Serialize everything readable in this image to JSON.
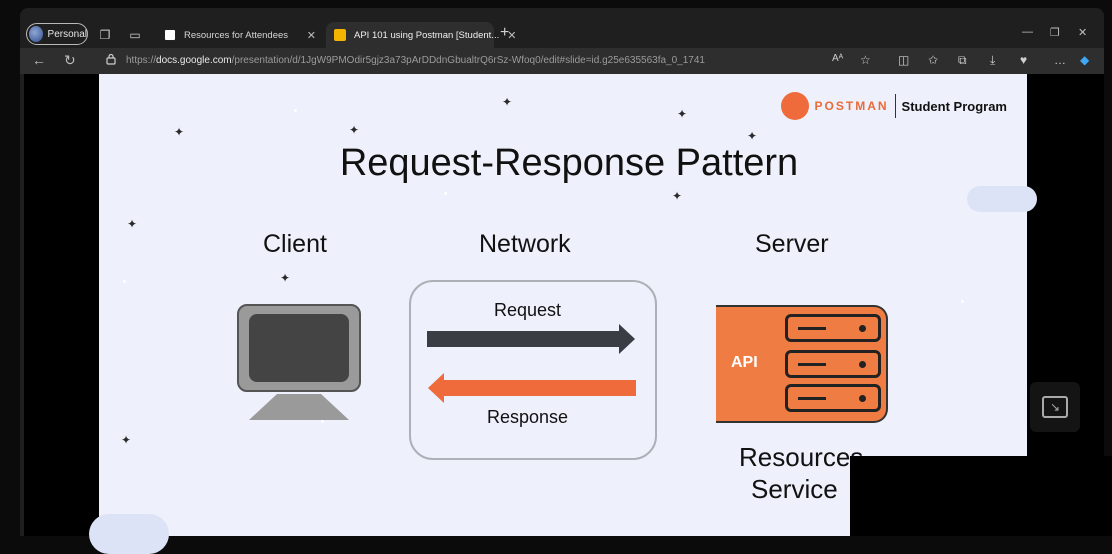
{
  "browser": {
    "profile_label": "Personal",
    "tabs": [
      {
        "title": "Resources for Attendees",
        "favicon": "notion-icon"
      },
      {
        "title": "API 101 using Postman [Student...",
        "favicon": "slides-icon",
        "active": true
      }
    ],
    "url_prefix": "https://",
    "url_host": "docs.google.com",
    "url_path": "/presentation/d/1JgW9PMOdir5gjz3a73pArDDdnGbualtrQ6rSz-Wfoq0/edit#slide=id.g25e635563fa_0_1741",
    "read_aloud": "Aᴬ"
  },
  "slide": {
    "brand": "POSTMAN",
    "program": "Student Program",
    "title": "Request-Response Pattern",
    "client_label": "Client",
    "network_label": "Network",
    "server_label": "Server",
    "request_label": "Request",
    "response_label": "Response",
    "api_label": "API",
    "resources_line1": "Resources",
    "resources_line2": "Service"
  },
  "colors": {
    "accent": "#ef6b3b",
    "dark_arrow": "#3a3d44",
    "slide_bg": "#eef0fb"
  }
}
